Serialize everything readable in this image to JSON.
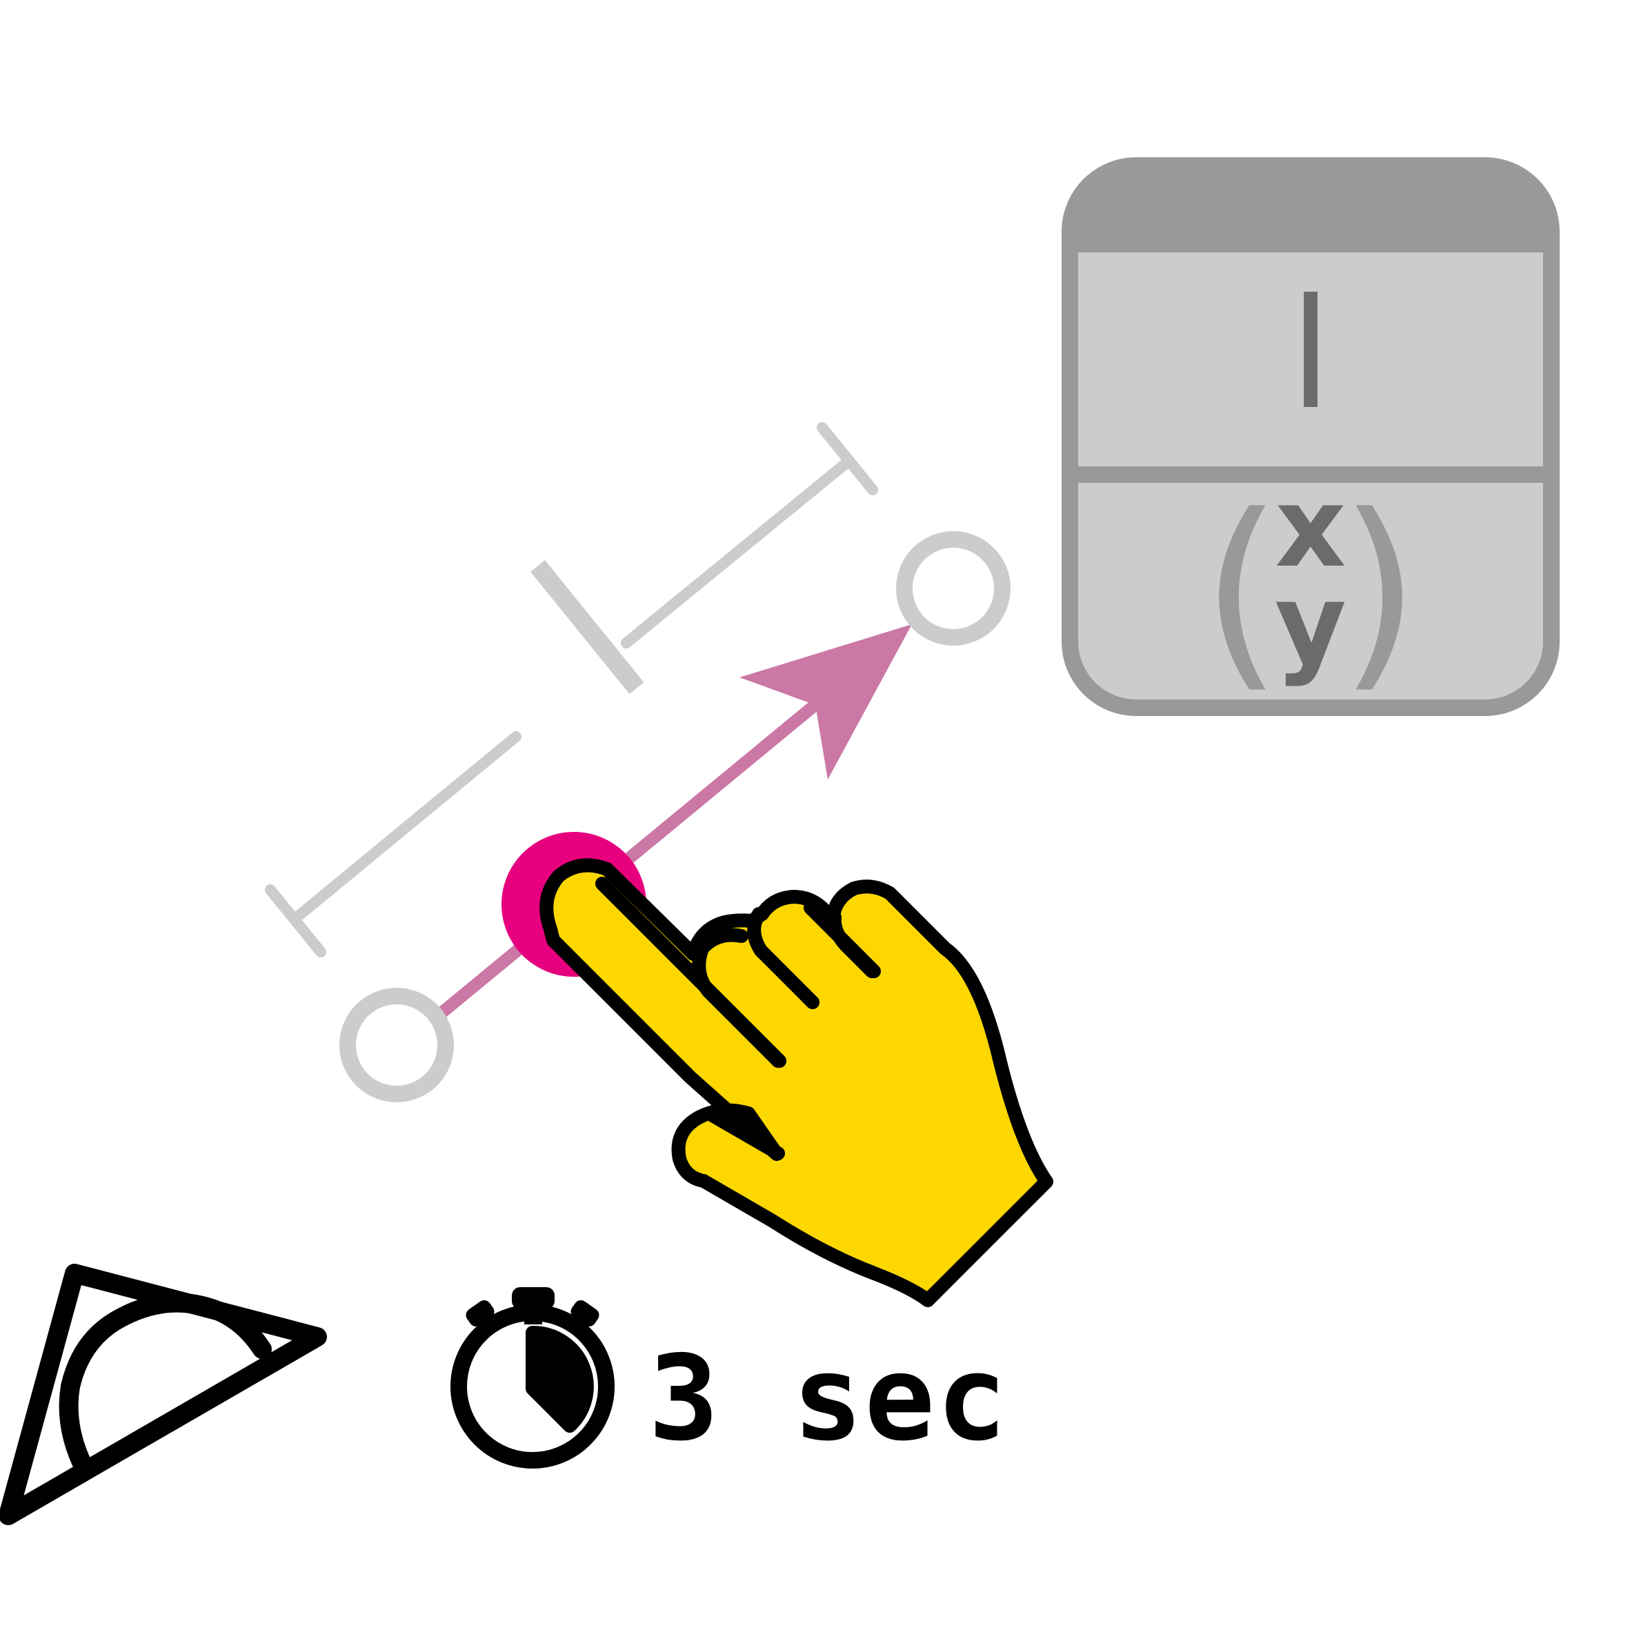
{
  "colors": {
    "dimension_line": "#cccccc",
    "vector": "#cb78a6",
    "touch_point": "#e6007e",
    "hand_fill": "#fcd700",
    "outline": "#000000",
    "panel_header": "#999999",
    "panel_body": "#cccccc",
    "panel_text": "#6b6b6b",
    "panel_bracket": "#999999"
  },
  "icons": {
    "hand": "pointing-hand-icon",
    "timer": "stopwatch-icon",
    "tool": "set-square-protractor-icon"
  },
  "dimension": {
    "label": "l"
  },
  "panel": {
    "length_symbol": "l",
    "bracket_open": "(",
    "bracket_close": ")",
    "vector_x": "x",
    "vector_y": "y"
  },
  "timer": {
    "label": "3 sec"
  }
}
